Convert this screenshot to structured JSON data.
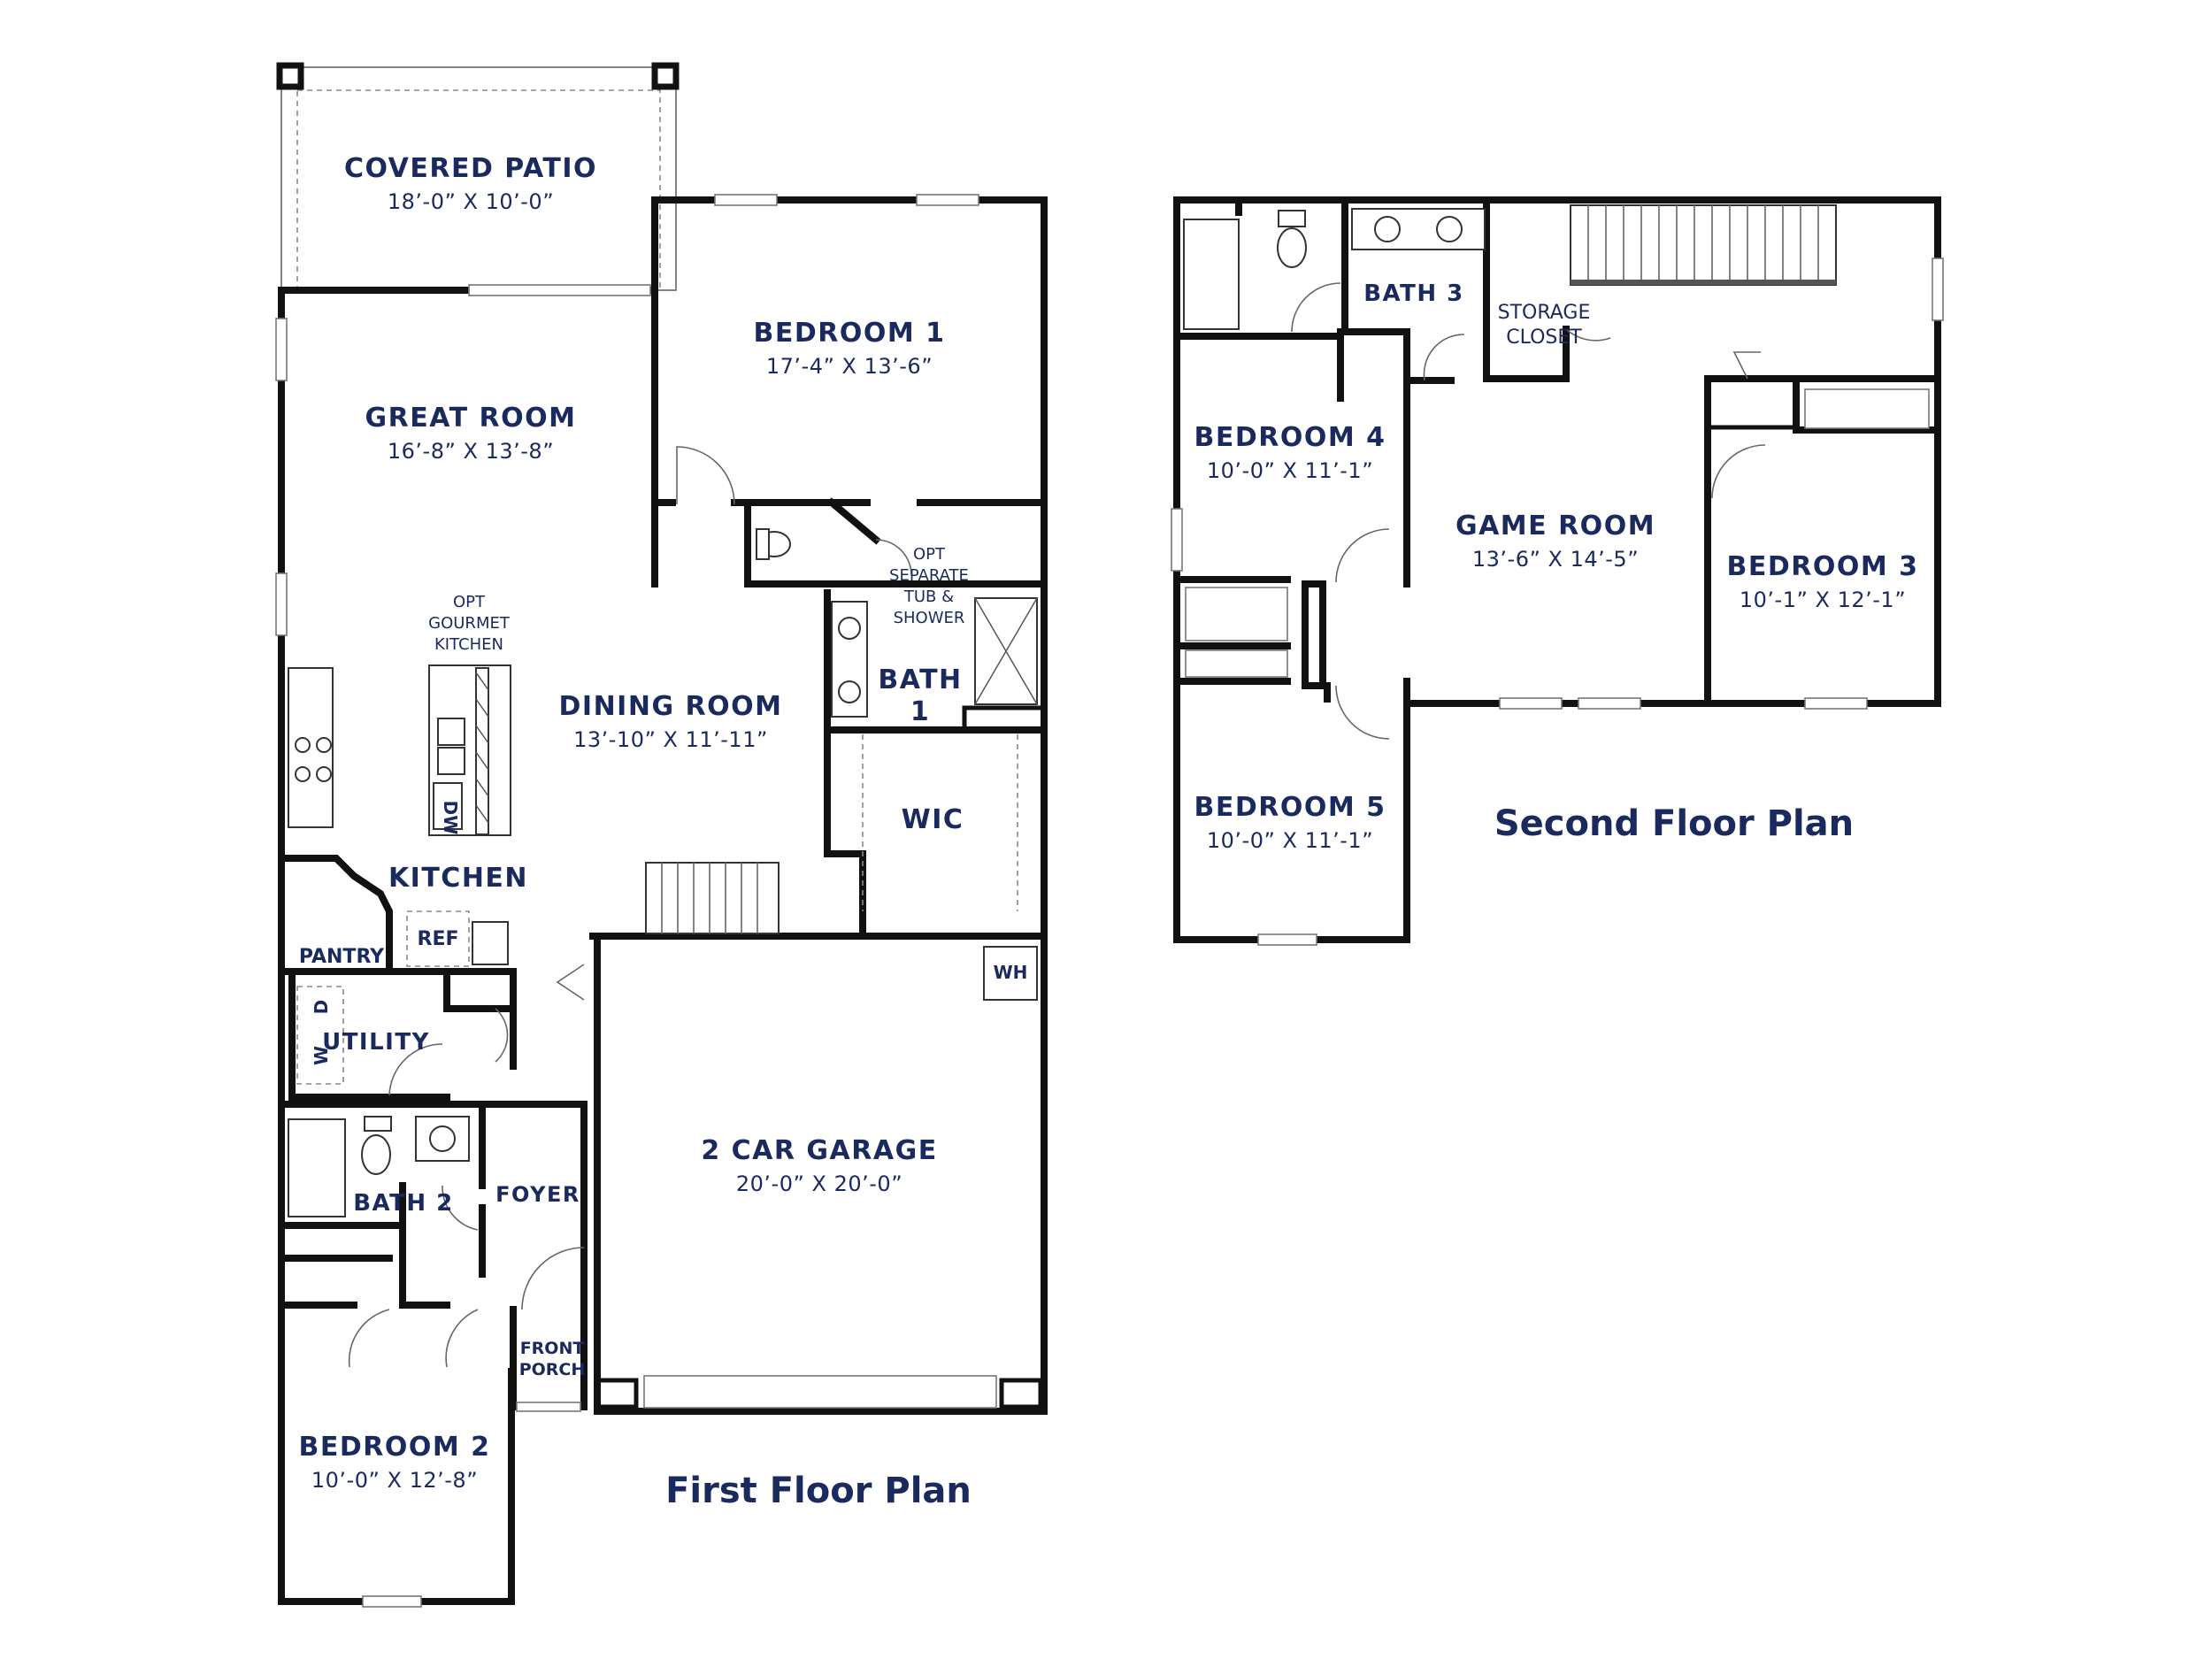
{
  "floors": {
    "first": {
      "title": "First Floor Plan"
    },
    "second": {
      "title": "Second Floor Plan"
    }
  },
  "rooms": {
    "covered_patio": {
      "name": "COVERED PATIO",
      "dim": "18’-0” X 10’-0”"
    },
    "bedroom1": {
      "name": "BEDROOM 1",
      "dim": "17’-4” X 13’-6”"
    },
    "great_room": {
      "name": "GREAT ROOM",
      "dim": "16’-8” X 13’-8”"
    },
    "dining_room": {
      "name": "DINING ROOM",
      "dim": "13’-10” X 11’-11”"
    },
    "kitchen": {
      "name": "KITCHEN"
    },
    "garage": {
      "name": "2 CAR GARAGE",
      "dim": "20’-0” X 20’-0”"
    },
    "bedroom2": {
      "name": "BEDROOM 2",
      "dim": "10’-0” X 12’-8”"
    },
    "bedroom4": {
      "name": "BEDROOM 4",
      "dim": "10’-0” X 11’-1”"
    },
    "bedroom5": {
      "name": "BEDROOM 5",
      "dim": "10’-0” X 11’-1”"
    },
    "game_room": {
      "name": "GAME ROOM",
      "dim": "13’-6” X 14’-5”"
    },
    "bedroom3": {
      "name": "BEDROOM 3",
      "dim": "10’-1” X 12’-1”"
    }
  },
  "small_labels": {
    "opt_gourmet": [
      "OPT",
      "GOURMET",
      "KITCHEN"
    ],
    "opt_tub": [
      "OPT",
      "SEPARATE",
      "TUB &",
      "SHOWER"
    ],
    "bath1": [
      "BATH",
      "1"
    ],
    "wic": "WIC",
    "pantry": "PANTRY",
    "ref": "REF",
    "utility": "UTILITY",
    "washer": "W",
    "dryer": "D",
    "wh": "WH",
    "dw": "DW",
    "bath2": "BATH 2",
    "foyer": "FOYER",
    "front_porch": [
      "FRONT",
      "PORCH"
    ],
    "bath3": "BATH 3",
    "storage": [
      "STORAGE",
      "CLOSET"
    ]
  },
  "colors": {
    "label": "#1b2a5e",
    "wall": "#111111"
  }
}
